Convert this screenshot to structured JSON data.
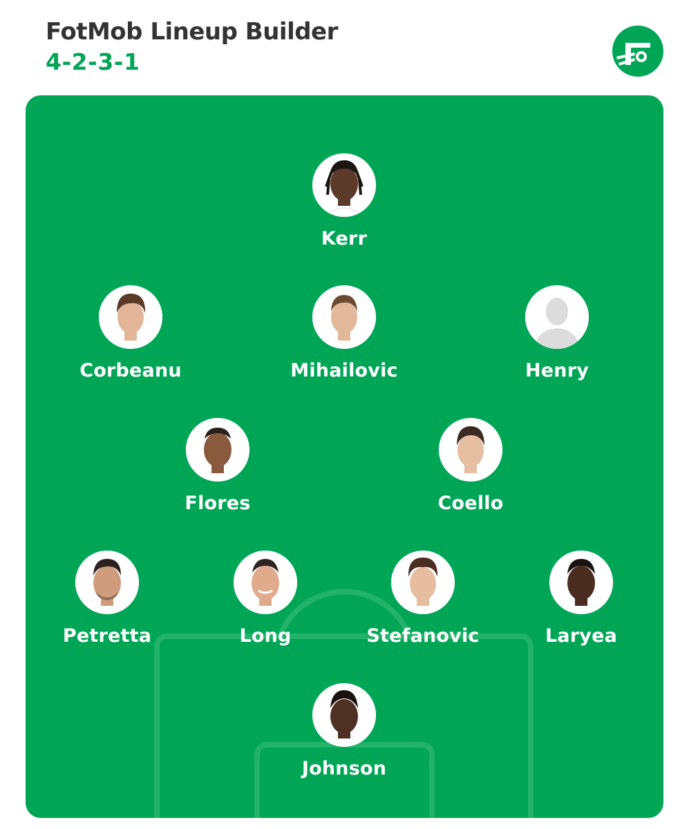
{
  "header": {
    "title": "FotMob Lineup Builder",
    "formation": "4-2-3-1"
  },
  "logo": {
    "icon": "fotmob-logo-icon",
    "color": "#00a656"
  },
  "pitch": {
    "color": "#00a656",
    "line_color": "#22b26a"
  },
  "lineup": {
    "striker": [
      {
        "name": "Kerr",
        "skin": "#5b3a2a",
        "hair": "#1c1612",
        "photo": true
      }
    ],
    "attacking_midfielders": [
      {
        "name": "Corbeanu",
        "skin": "#e2b598",
        "hair": "#5a3b28",
        "photo": true
      },
      {
        "name": "Mihailovic",
        "skin": "#e3b79a",
        "hair": "#6a4a32",
        "photo": true
      },
      {
        "name": "Henry",
        "skin": "#dcdcdc",
        "hair": "#dcdcdc",
        "photo": false
      }
    ],
    "defensive_midfielders": [
      {
        "name": "Flores",
        "skin": "#8a5a3e",
        "hair": "#2a1f1a",
        "photo": true
      },
      {
        "name": "Coello",
        "skin": "#e6bea2",
        "hair": "#3a2a22",
        "photo": true
      }
    ],
    "defenders": [
      {
        "name": "Petretta",
        "skin": "#cf9d7e",
        "hair": "#2a2220",
        "photo": true
      },
      {
        "name": "Long",
        "skin": "#e0ab8c",
        "hair": "#2e2420",
        "photo": true
      },
      {
        "name": "Stefanovic",
        "skin": "#e7bda0",
        "hair": "#4a2e22",
        "photo": true
      },
      {
        "name": "Laryea",
        "skin": "#4a2c20",
        "hair": "#1a1210",
        "photo": true
      }
    ],
    "goalkeeper": [
      {
        "name": "Johnson",
        "skin": "#4f3024",
        "hair": "#1a1210",
        "photo": true
      }
    ]
  }
}
